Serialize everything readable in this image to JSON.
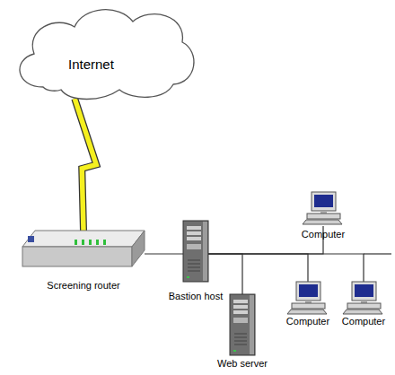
{
  "diagram": {
    "nodes": [
      {
        "text": [
          "Internet"
        ]
      },
      {
        "text": [
          "Screening router"
        ]
      },
      {
        "text": [
          "Bastion host"
        ]
      },
      {
        "text": [
          "Web server"
        ]
      },
      {
        "text": [
          "Computer"
        ]
      },
      {
        "text": [
          "Computer"
        ]
      },
      {
        "text": [
          "Computer"
        ]
      }
    ],
    "edges": [
      {
        "from": 0,
        "to": 1,
        "arrow": "none"
      },
      {
        "from": 1,
        "to": 2,
        "arrow": "none"
      },
      {
        "from": 2,
        "to": 3,
        "arrow": "none"
      },
      {
        "from": 2,
        "to": 4,
        "arrow": "none"
      },
      {
        "from": 2,
        "to": 5,
        "arrow": "none"
      },
      {
        "from": 2,
        "to": 6,
        "arrow": "none"
      }
    ]
  }
}
